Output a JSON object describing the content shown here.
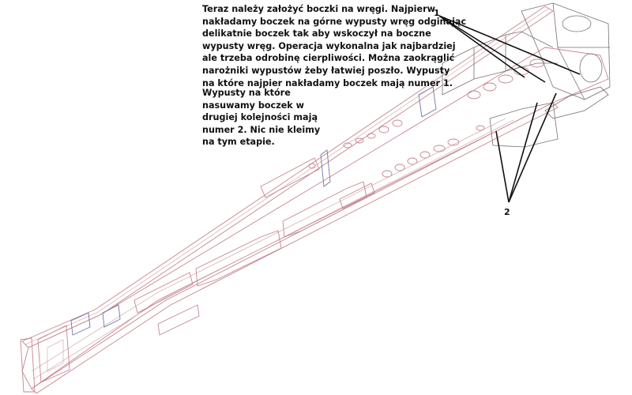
{
  "instructions": {
    "paragraph1": [
      "Teraz należy założyć boczki na wręgi. Najpierw",
      "nakładamy boczek na górne wypusty wręg odginając",
      "delikatnie boczek tak aby wskoczył na boczne",
      "wypusty wręg. Operacja wykonalna jak najbardziej",
      "ale trzeba odrobinę cierpliwości. Można zaokrąglić",
      "narożniki wypustów żeby łatwiej poszło.  Wypusty",
      "na które najpier nakładamy boczek mają numer 1."
    ],
    "paragraph2": [
      "Wypusty na które",
      "nasuwamy boczek w",
      "drugiej kolejności mają",
      "numer 2. Nic nie kleimy",
      "na tym etapie."
    ]
  },
  "callouts": {
    "one": "1",
    "two": "2"
  },
  "colors": {
    "outline": "#c7848f",
    "accent_blue": "#6d79a8",
    "leader": "#111111"
  }
}
